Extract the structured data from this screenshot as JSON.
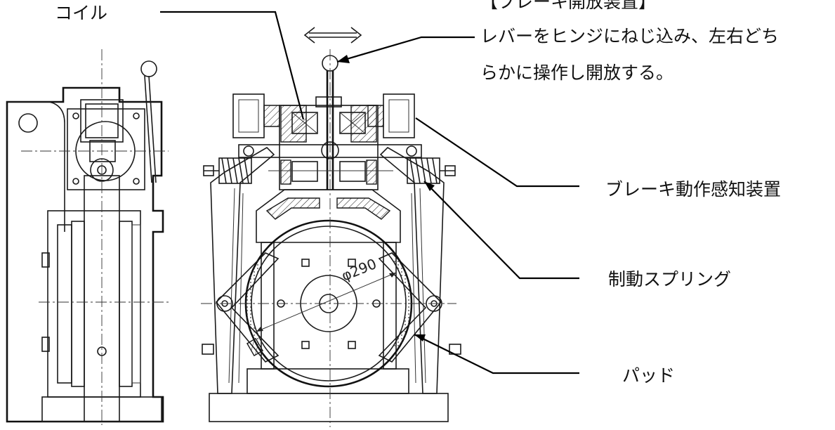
{
  "labels": {
    "coil": "コイル",
    "release_title": "【ブレーキ開放装置】",
    "release_line1": "レバーをヒンジにねじ込み、左右どち",
    "release_line2": "らかに操作し開放する。",
    "sensor": "ブレーキ動作感知装置",
    "spring": "制動スプリング",
    "pad": "パッド"
  },
  "dimension": "φ290",
  "arrow_symbol": "⟺"
}
